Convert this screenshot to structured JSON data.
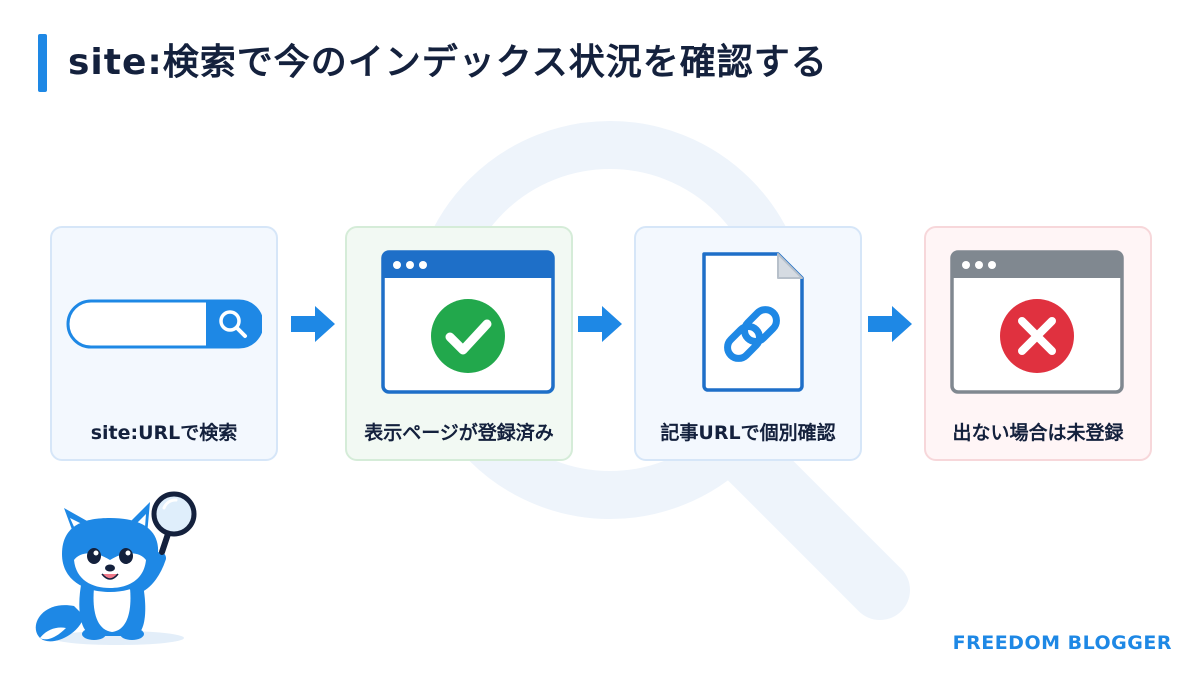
{
  "title": "site:検索で今のインデックス状況を確認する",
  "colors": {
    "accent": "#1e88e5",
    "navy": "#14213d",
    "success": "#22a84c",
    "error": "#e0313f",
    "gray_bar": "#808890"
  },
  "steps": [
    {
      "label": "site:URLで検索",
      "icon": "search-bar-icon",
      "tone": "blue"
    },
    {
      "label": "表示ページが登録済み",
      "icon": "browser-check-icon",
      "tone": "green"
    },
    {
      "label": "記事URLで個別確認",
      "icon": "document-link-icon",
      "tone": "blue"
    },
    {
      "label": "出ない場合は未登録",
      "icon": "browser-cross-icon",
      "tone": "red"
    }
  ],
  "arrow_icon": "arrow-right-icon",
  "mascot_icon": "fox-mascot-with-magnifier-icon",
  "brand": "FREEDOM BLOGGER"
}
